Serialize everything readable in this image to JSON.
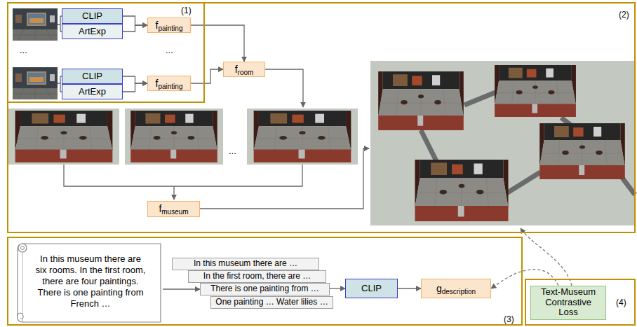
{
  "diagram": {
    "nodes": [
      {
        "text": [
          "(2)"
        ]
      },
      {
        "text": [
          "(1)"
        ],
        "in": 0
      },
      {
        "text": [
          "CLIP"
        ],
        "in": 1
      },
      {
        "text": [
          "ArtExp"
        ],
        "in": 1
      },
      {
        "text": [
          "f",
          "painting"
        ],
        "in": 1
      },
      {
        "text": [
          "CLIP"
        ],
        "in": 1
      },
      {
        "text": [
          "ArtExp"
        ],
        "in": 1
      },
      {
        "text": [
          "f",
          "painting"
        ],
        "in": 1
      },
      {
        "text": [
          "f",
          "room"
        ],
        "in": 0
      },
      {
        "text": [
          "f",
          "museum"
        ],
        "in": 0
      },
      {
        "text": [
          "(3)"
        ]
      },
      {
        "text": [
          "In this museum there are six rooms. In the first room, there are four paintings. There is one painting from French …"
        ],
        "in": 10
      },
      {
        "text": [
          "In this museum there are …"
        ],
        "in": 10
      },
      {
        "text": [
          "In the first room, there are …"
        ],
        "in": 10
      },
      {
        "text": [
          "There is one painting from …"
        ],
        "in": 10
      },
      {
        "text": [
          "One painting … Water lilies …"
        ],
        "in": 10
      },
      {
        "text": [
          "CLIP"
        ],
        "in": 10
      },
      {
        "text": [
          "g",
          "description"
        ],
        "in": 10
      },
      {
        "text": [
          "(4)"
        ]
      },
      {
        "text": [
          "Text-Museum Contrastive Loss"
        ],
        "in": 18
      }
    ],
    "edges": [
      {
        "from": 2,
        "to": 4,
        "arrow": "to"
      },
      {
        "from": 3,
        "to": 4,
        "arrow": "to"
      },
      {
        "from": 5,
        "to": 7,
        "arrow": "to"
      },
      {
        "from": 6,
        "to": 7,
        "arrow": "to"
      },
      {
        "from": 4,
        "to": 8,
        "arrow": "to"
      },
      {
        "from": 7,
        "to": 8,
        "arrow": "to"
      },
      {
        "from": 11,
        "to": 14,
        "arrow": "to"
      },
      {
        "from": 14,
        "to": 16,
        "arrow": "to"
      },
      {
        "from": 16,
        "to": 17,
        "arrow": "to"
      },
      {
        "from": 19,
        "to": 17,
        "arrow": "to"
      }
    ],
    "labels": [
      "...",
      "...",
      "..."
    ]
  }
}
